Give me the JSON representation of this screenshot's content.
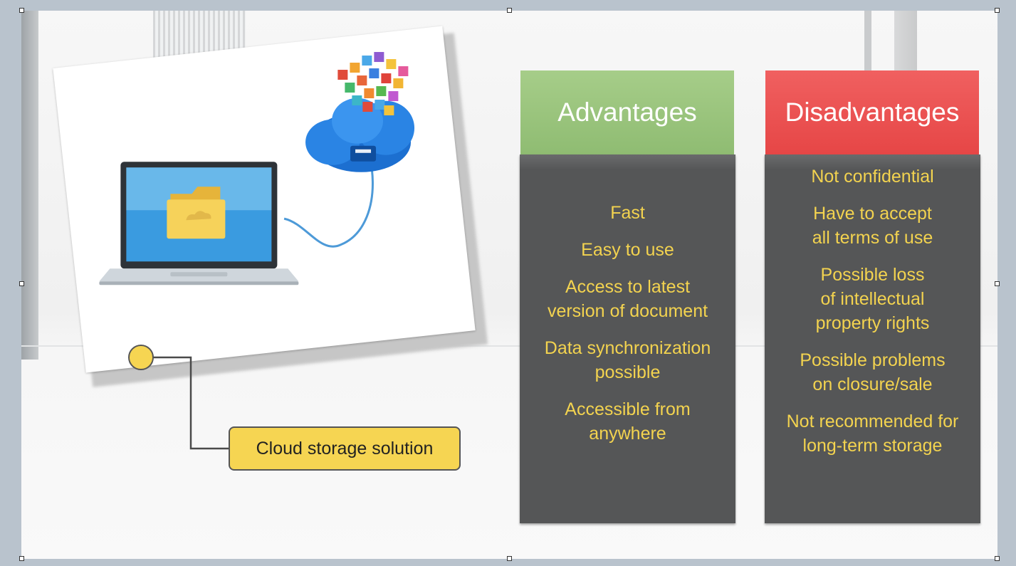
{
  "callout": {
    "label": "Cloud storage solution"
  },
  "advantages": {
    "header": "Advantages",
    "items": [
      "Fast",
      "Easy to use",
      "Access to latest\nversion of document",
      "Data synchronization\npossible",
      "Accessible from\nanywhere"
    ]
  },
  "disadvantages": {
    "header": "Disadvantages",
    "items": [
      "Not confidential",
      "Have to accept\nall terms of use",
      "Possible loss\nof intellectual\nproperty rights",
      "Possible problems\non closure/sale",
      "Not recommended for\nlong-term storage"
    ]
  },
  "colors": {
    "advantages_header": "#9bc47d",
    "disadvantages_header": "#ec5151",
    "body": "#555657",
    "text": "#f3d34f",
    "callout": "#f6d552"
  },
  "icons": [
    "laptop-icon",
    "folder-icon",
    "cloud-icon",
    "app-icons-cluster",
    "cable-icon"
  ]
}
